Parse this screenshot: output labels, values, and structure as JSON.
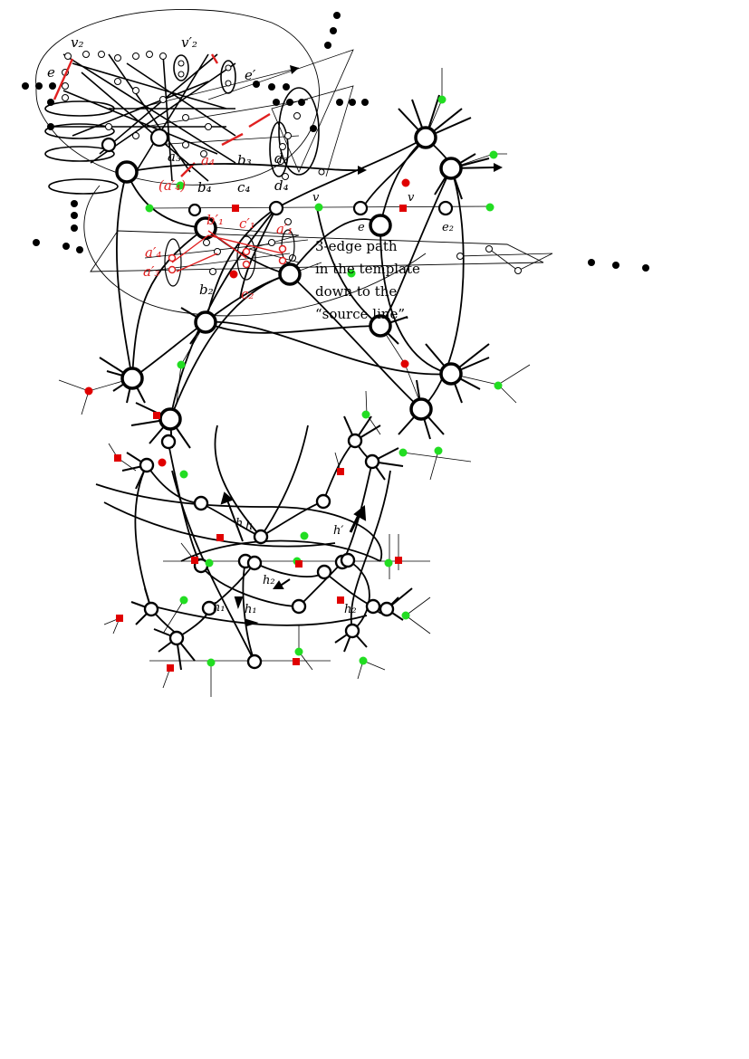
{
  "colors": {
    "ink": "#000000",
    "accent_red": "#e02020",
    "accent_green": "#22dd22",
    "marker_red": "#e00000"
  },
  "labels": {
    "v2": "v₂",
    "v2p": "v′₂",
    "e": "e",
    "ep": "e′",
    "a3": "a₃",
    "a4": "a₄",
    "b3": "b₃",
    "b4": "b₄",
    "c4": "c₄",
    "d3": "d₃",
    "d4": "d₄",
    "a4p": "(a′₄)",
    "v": "v",
    "v_right": "v",
    "e_mid": "e",
    "e2": "e₂",
    "b1": "b′₁",
    "c1": "c′₁",
    "a1p": "a′₁",
    "a4p2": "a′₄",
    "a3p": "a′₃",
    "b2": "b₂",
    "c2": "c₂",
    "h_a": "h",
    "h_b": "h",
    "hp": "h′",
    "h2_a": "h₂",
    "h1_a": "h₁",
    "h1_b": "h₁",
    "h2_b": "h₂"
  },
  "annotation": {
    "line1": "3-edge path",
    "line2": "in the template",
    "line3": "down to the",
    "line4": "“source line”."
  }
}
